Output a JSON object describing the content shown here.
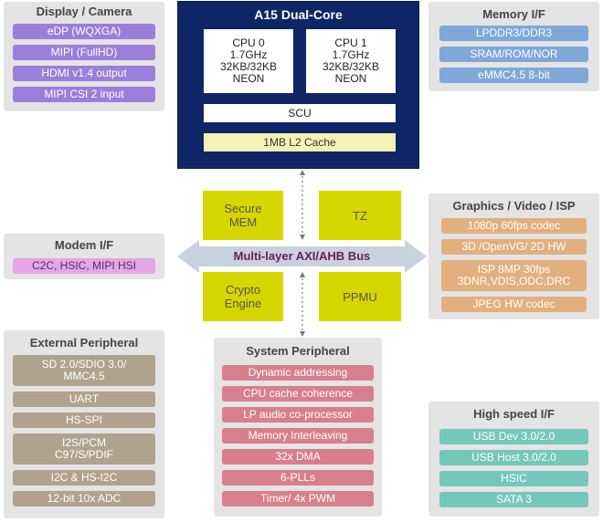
{
  "display": {
    "title": "Display / Camera",
    "items": [
      "eDP (WQXGA)",
      "MIPI (FullHD)",
      "HDMI v1.4 output",
      "MIPI CSI 2 input"
    ]
  },
  "memory": {
    "title": "Memory I/F",
    "items": [
      "LPDDR3/DDR3",
      "SRAM/ROM/NOR",
      "eMMC4.5 8-bit"
    ]
  },
  "core": {
    "title": "A15 Dual-Core",
    "cpu0": [
      "CPU 0",
      "1.7GHz",
      "32KB/32KB",
      "NEON"
    ],
    "cpu1": [
      "CPU 1",
      "1.7GHz",
      "32KB/32KB",
      "NEON"
    ],
    "scu": "SCU",
    "l2": "1MB L2 Cache"
  },
  "modem": {
    "title": "Modem I/F",
    "item": "C2C, HSIC, MIPI HSI"
  },
  "bus": {
    "label": "Multi-layer AXI/AHB Bus",
    "blocks": {
      "secure_mem": [
        "Secure",
        "MEM"
      ],
      "tz": "TZ",
      "crypto": [
        "Crypto",
        "Engine"
      ],
      "ppmu": "PPMU"
    }
  },
  "graphics": {
    "title": "Graphics / Video / ISP",
    "items": [
      "1080p 60fps codec",
      "3D /OpenVG/ 2D HW"
    ],
    "isp": [
      "ISP 8MP 30fps",
      "3DNR,VDIS,ODC,DRC"
    ],
    "jpeg": "JPEG HW codec"
  },
  "external": {
    "title": "External Peripheral",
    "sd": [
      "SD 2.0/SDIO 3.0/",
      "MMC4.5"
    ],
    "items": [
      "UART",
      "HS-SPI"
    ],
    "i2s": [
      "I2S/PCM",
      "C97/S/PDIF"
    ],
    "items2": [
      "I2C & HS-I2C",
      "12-bit 10x ADC"
    ]
  },
  "system": {
    "title": "System Peripheral",
    "items": [
      "Dynamic addressing",
      "CPU cache coherence",
      "LP audio co-processor",
      "Memory Interleaving",
      "32x DMA",
      "6-PLLs",
      "Timer/ 4x PWM"
    ]
  },
  "highspeed": {
    "title": "High speed I/F",
    "items": [
      "USB Dev 3.0/2.0",
      "USB Host 3.0/2.0",
      "HSIC",
      "SATA 3"
    ]
  },
  "colors": {
    "core_bg": "#0f2566",
    "accent_yellow": "#d6d700",
    "panel_bg": "#e4e4e4"
  }
}
